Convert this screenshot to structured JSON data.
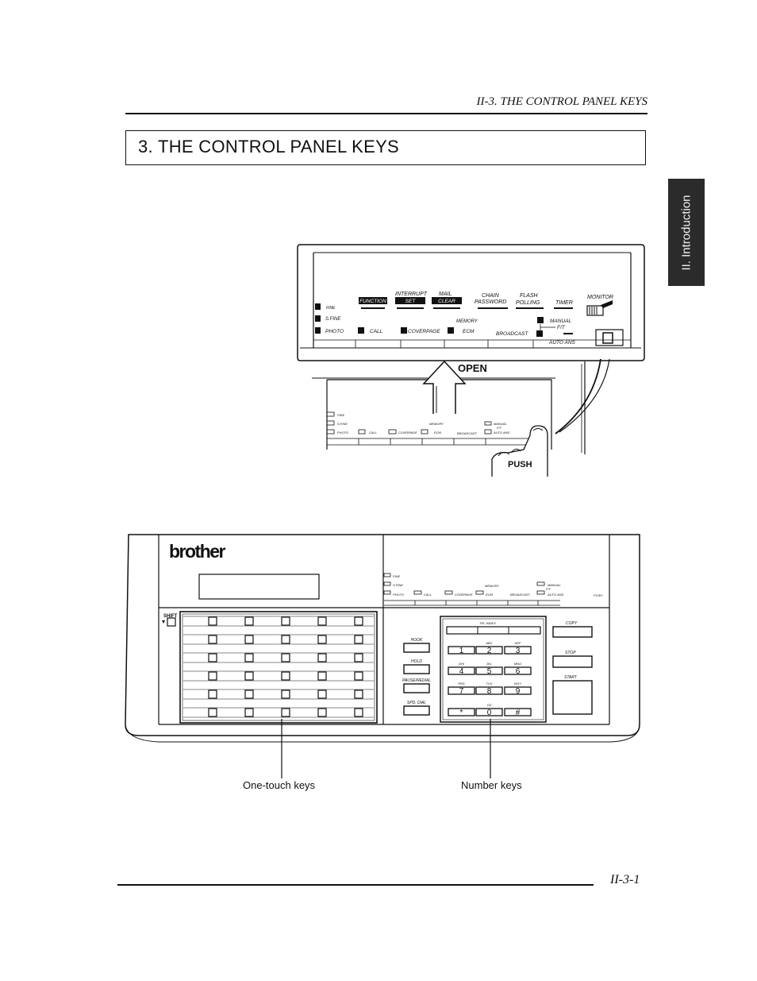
{
  "header": {
    "running_title": "II-3. THE CONTROL PANEL KEYS"
  },
  "section_title": "3. THE CONTROL PANEL KEYS",
  "side_tab": "II. Introduction",
  "panel_detail": {
    "top_labels": [
      "INTERRUPT",
      "MAIL",
      "CHAIN",
      "FLASH",
      "MONITOR"
    ],
    "keys": [
      "FUNCTION",
      "SET",
      "CLEAR"
    ],
    "second_row": [
      "PASSWORD",
      "POLLING",
      "TIMER"
    ],
    "left_leds": [
      "FINE",
      "S.FINE",
      "PHOTO"
    ],
    "memory": "MEMORY",
    "manual": "MANUAL",
    "ft": "F/T",
    "bottom_labels": [
      "CALL",
      "COVERPAGE",
      "ECM",
      "BROADCAST"
    ],
    "auto_ans": "AUTO ANS"
  },
  "cover": {
    "open_label": "OPEN",
    "push_label": "PUSH",
    "leds": [
      "FINE",
      "S.FINE",
      "PHOTO"
    ],
    "memory": "MEMORY",
    "manual": "MANUAL",
    "ft": "F/T",
    "bottom_labels": [
      "CALL",
      "COVERPAGE",
      "ECM",
      "BROADCAST",
      "AUTO ANS"
    ]
  },
  "machine": {
    "brand": "brother",
    "shift": "SHIFT",
    "leds": [
      "FINE",
      "S.FINE",
      "PHOTO"
    ],
    "memory": "MEMORY",
    "manual": "MANUAL",
    "ft": "F/T",
    "led_bottom": [
      "CALL",
      "COVERPAGE",
      "ECM",
      "BROADCAST",
      "AUTO ANS"
    ],
    "push": "PUSH",
    "tel_index": "TEL-INDEX",
    "func_keys": [
      "HOOK",
      "HOLD",
      "PAUSE/REDIAL",
      "SPD. DIAL"
    ],
    "keypad": [
      "1",
      "2",
      "3",
      "4",
      "5",
      "6",
      "7",
      "8",
      "9",
      "*",
      "0",
      "#"
    ],
    "keypad_letters": [
      "ABC",
      "DEF",
      "GHI",
      "JKL",
      "MNO",
      "PRS",
      "TUV",
      "WXY",
      "OZ"
    ],
    "right_keys": [
      "COPY",
      "STOP",
      "START"
    ]
  },
  "captions": {
    "one_touch": "One-touch keys",
    "number": "Number keys"
  },
  "footer": {
    "page_number": "II-3-1"
  }
}
